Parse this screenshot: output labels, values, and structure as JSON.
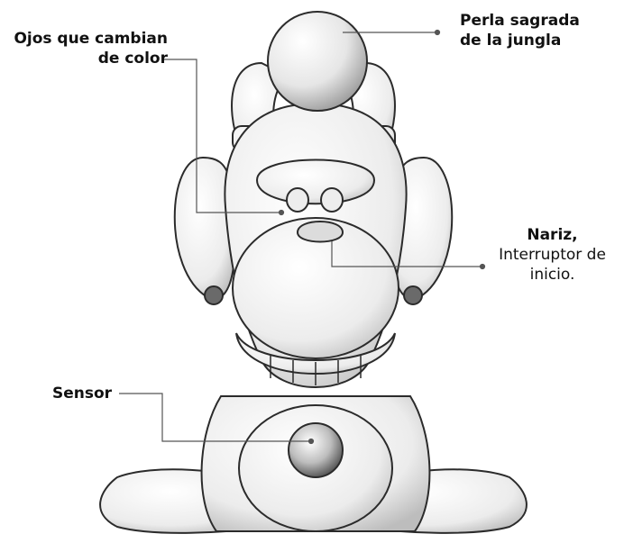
{
  "labels": {
    "pearl": {
      "line1": "Perla sagrada",
      "line2": "de la jungla"
    },
    "eyes": {
      "line1": "Ojos que cambian",
      "line2": "de color"
    },
    "nose": {
      "line1": "Nariz,",
      "line2": "Interruptor de",
      "line3": "inicio."
    },
    "sensor": {
      "text": "Sensor"
    }
  },
  "colors": {
    "outline": "#2b2b2b",
    "fill": "#f3f3f3",
    "shade": "#d9d9d9",
    "leader": "#555555"
  }
}
